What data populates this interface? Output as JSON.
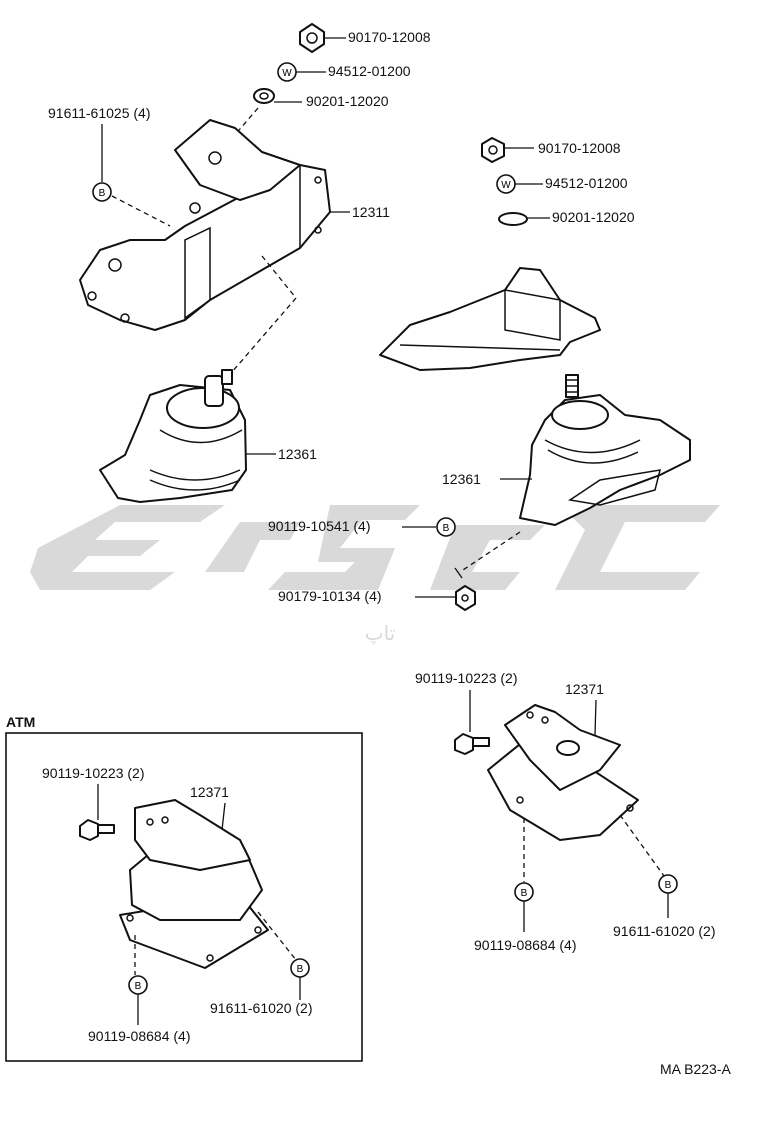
{
  "watermark": {
    "text": "تاپ",
    "color": "#d9d9d9"
  },
  "callout_symbols": {
    "bolt_marker": "B",
    "washer_marker": "W"
  },
  "labels": {
    "nut_left": "90170-12008",
    "washer_left": "94512-01200",
    "plate_washer_left": "90201-12020",
    "bolt_left_top": "91611-61025 (4)",
    "bracket_left": "12311",
    "nut_right": "90170-12008",
    "washer_right": "94512-01200",
    "plate_washer_right": "90201-12020",
    "insulator_left": "12361",
    "insulator_right": "12361",
    "bolt_mid": "90119-10541 (4)",
    "nut_mid": "90179-10134 (4)",
    "atm_heading": "ATM",
    "atm_bolt_top": "90119-10223 (2)",
    "atm_mount": "12371",
    "atm_bolt_right": "91611-61020 (2)",
    "atm_bolt_bottom": "90119-08684 (4)",
    "rear_bolt_top": "90119-10223 (2)",
    "rear_mount": "12371",
    "rear_bolt_bottom": "90119-08684 (4)",
    "rear_bolt_right": "91611-61020 (2)",
    "figure_code": "MA  B223-A"
  },
  "colors": {
    "ink": "#111111",
    "paper": "#ffffff",
    "watermark": "#d9d9d9"
  }
}
